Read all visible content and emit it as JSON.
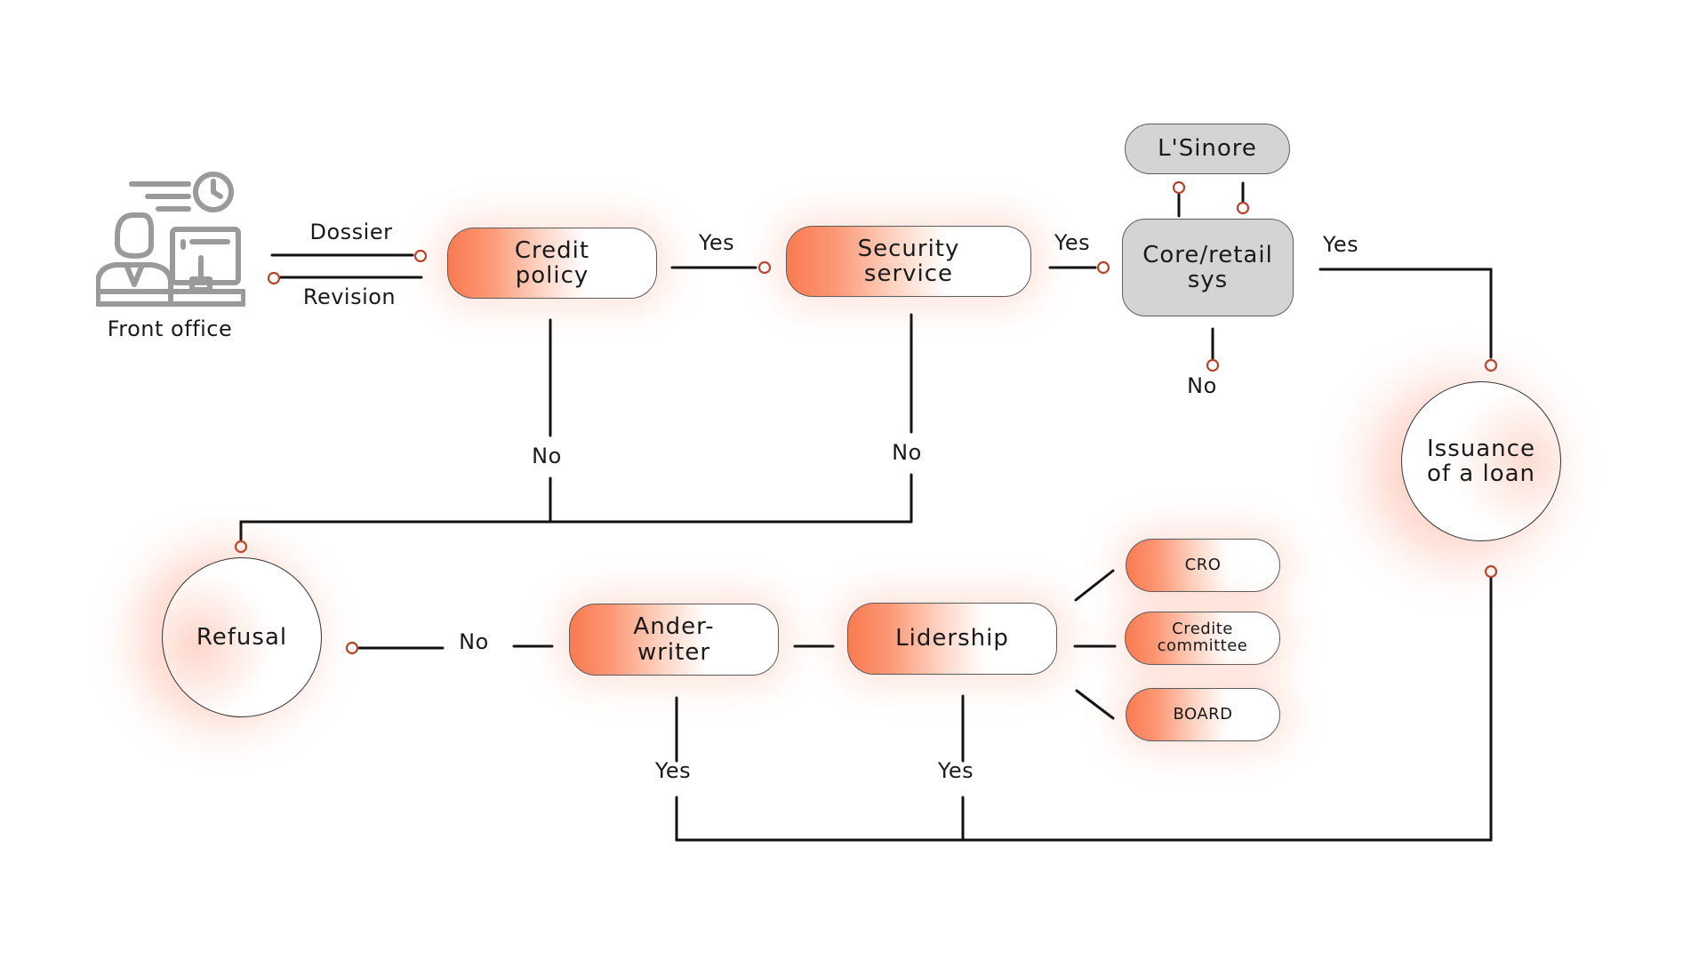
{
  "front_office": {
    "label": "Front office",
    "icon": "office-worker-clock-icon"
  },
  "edges": {
    "dossier": "Dossier",
    "revision": "Revision",
    "credit_yes": "Yes",
    "security_yes": "Yes",
    "core_yes": "Yes",
    "core_no": "No",
    "credit_no": "No",
    "security_no": "No",
    "underwriter_no": "No",
    "underwriter_yes": "Yes",
    "leadership_yes": "Yes"
  },
  "nodes": {
    "credit_policy": "Credit\npolicy",
    "security_service": "Security\nservice",
    "lsinore": "L'Sinore",
    "core_retail": "Core/retail\nsys",
    "issuance": "Issuance\nof a loan",
    "refusal": "Refusal",
    "underwriter": "Ander-\nwriter",
    "leadership": "Lidership",
    "cro": "CRO",
    "credit_committee": "Credite\ncommittee",
    "board": "BOARD"
  },
  "colors": {
    "accent": "#fa7a50",
    "node_grey": "#d4d4d4",
    "line": "#111111",
    "icon_grey": "#9a9a9a",
    "connector_ring": "#b5452a"
  }
}
